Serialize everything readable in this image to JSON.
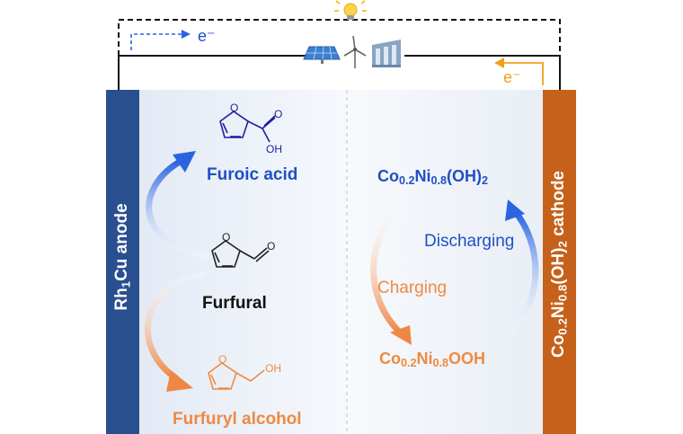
{
  "electron_top": "e⁻",
  "electron_right": "e⁻",
  "anode": {
    "prefix": "Rh",
    "sub": "1",
    "suffix": "Cu anode"
  },
  "cathode": {
    "prefix": "Co",
    "sub1": "0.2",
    "mid": "Ni",
    "sub2": "0.8",
    "mid2": "(OH)",
    "sub3": "2",
    "suffix": " cathode"
  },
  "molecules": {
    "furoic_acid": "Furoic acid",
    "furfural": "Furfural",
    "furfuryl_alcohol": "Furfuryl alcohol",
    "oh_label": "OH",
    "o_label": "O"
  },
  "species": {
    "hydroxide": {
      "a": "Co",
      "s1": "0.2",
      "b": "Ni",
      "s2": "0.8",
      "c": "(OH)",
      "s3": "2"
    },
    "oxyhydroxide": {
      "a": "Co",
      "s1": "0.2",
      "b": "Ni",
      "s2": "0.8",
      "c": "OOH"
    }
  },
  "process": {
    "discharging": "Discharging",
    "charging": "Charging"
  },
  "colors": {
    "anode": "#2a4f8f",
    "cathode": "#c5611a",
    "blue_text": "#1f50c4",
    "orange_text": "#ee8a42"
  },
  "icons": [
    "light-bulb-icon",
    "solar-panel-icon",
    "wind-turbine-icon",
    "hydro-dam-icon"
  ]
}
